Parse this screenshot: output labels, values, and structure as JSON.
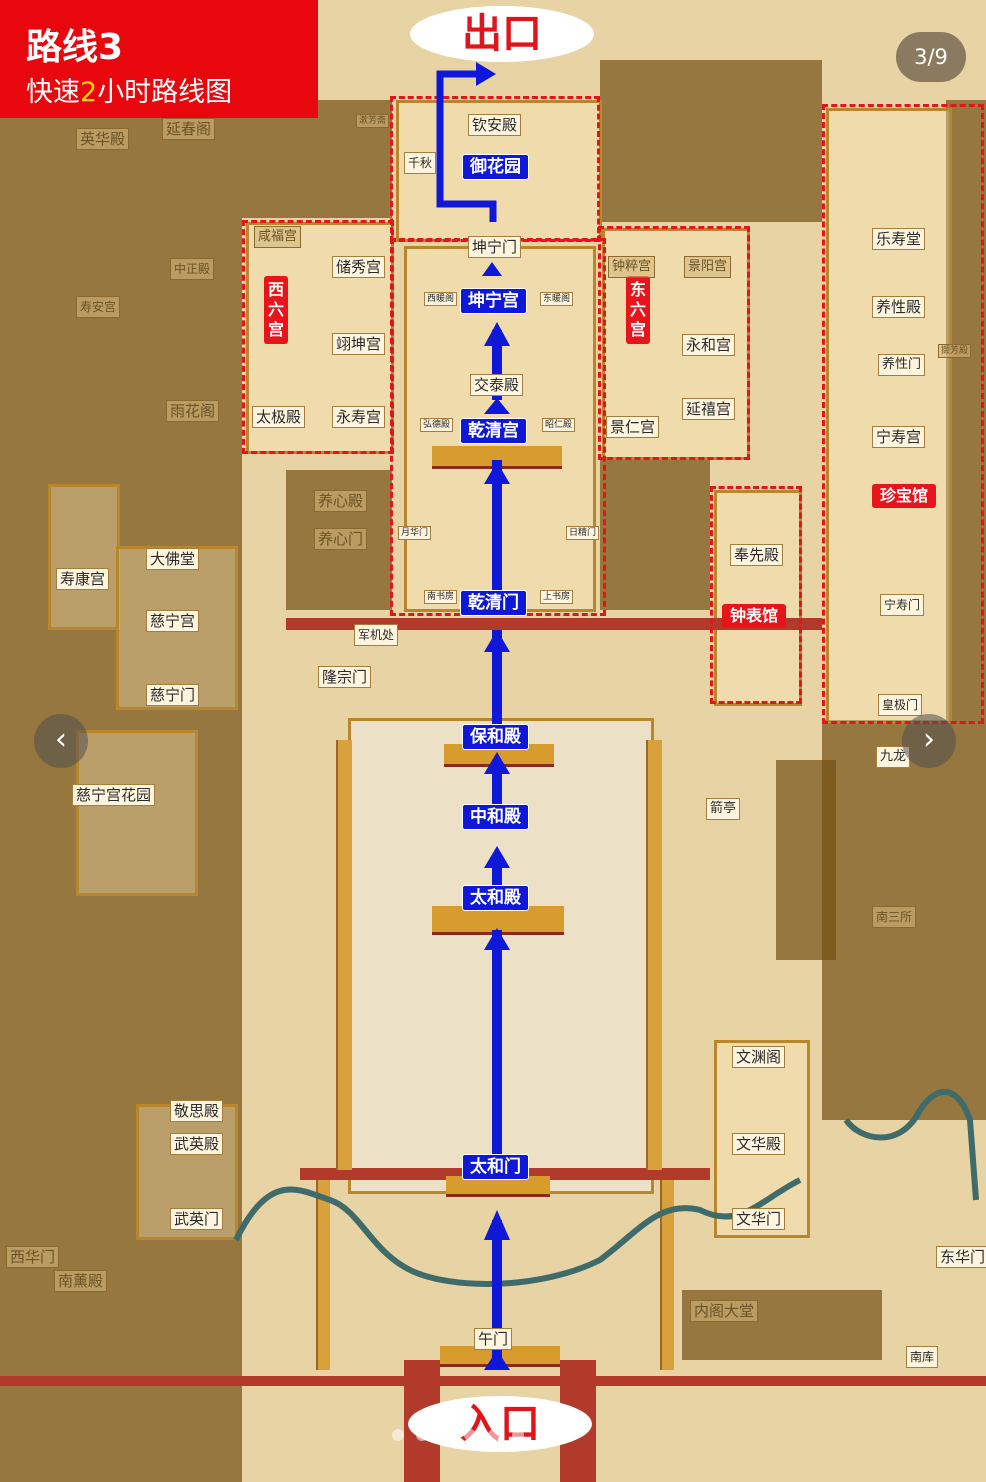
{
  "title": {
    "main": "路线3",
    "sub_prefix": "快速",
    "sub_highlight": "2",
    "sub_suffix": "小时路线图"
  },
  "exit_label": "出口",
  "entrance_label": "入口",
  "pager": {
    "counter": "3/9",
    "prev_icon": "chevron-left-icon",
    "next_icon": "chevron-right-icon",
    "dot_count": 6,
    "active_dot": 2
  },
  "route_color": "#0f17d8",
  "highlight_color": "#e8141b",
  "route_stops": [
    "午门",
    "太和门",
    "太和殿",
    "中和殿",
    "保和殿",
    "乾清门",
    "乾清宫",
    "交泰殿",
    "坤宁宫",
    "坤宁门",
    "御花园",
    "钦安殿"
  ],
  "red_tags": {
    "west_six": "西六宫",
    "east_six": "东六宫",
    "treasure": "珍宝馆",
    "clock": "钟表馆"
  },
  "labels": {
    "chuxiu": "储秀宫",
    "yikun": "翊坤宫",
    "taiji": "太极殿",
    "yongshou": "永寿宫",
    "xianfu": "咸福宫",
    "yonghe": "永和宫",
    "yanxi": "延禧宫",
    "jingren": "景仁宫",
    "zhongcui": "钟粹宫",
    "jingyang": "景阳宫",
    "leshou": "乐寿堂",
    "yangxing": "养性殿",
    "yangxingmen": "养性门",
    "ningshou": "宁寿宫",
    "ningshoumen": "宁寿门",
    "huangji": "皇极门",
    "fengxian": "奉先殿",
    "shoukang": "寿康宫",
    "dafo": "大佛堂",
    "cining": "慈宁宫",
    "ciningmen": "慈宁门",
    "longzong": "隆宗门",
    "cininghuayuan": "慈宁宫花园",
    "jingsi": "敬思殿",
    "wuying": "武英殿",
    "wuyingmen": "武英门",
    "wenyuan": "文渊阁",
    "wenhua": "文华殿",
    "wenhuamen": "文华门",
    "donghua": "东华门",
    "xihua": "西华门",
    "junjichu": "军机处",
    "yangxin": "养心殿",
    "yangxinmen": "养心门",
    "yinghua": "英华殿",
    "yanchun": "延春阁",
    "yuhua": "雨花阁",
    "shouan": "寿安宫",
    "zhongzheng": "中正殿",
    "jianting": "箭亭",
    "jiulong": "九龙",
    "nansansuo": "南三所",
    "neigedatang": "内阁大堂",
    "nanku": "南库",
    "nanxun": "南薰殿",
    "qianqiu": "千秋",
    "kunningmen_side_w": "西暖阁",
    "kunningmen_side_e": "东暖阁",
    "yuehua": "月华门",
    "rijing": "日精门",
    "nanshufang": "南书房",
    "shangshufang": "上书房",
    "hongde": "弘德殿",
    "zhaoren": "昭仁殿",
    "yuanfang": "漱芳斋",
    "bianlv": "撷芳殿"
  }
}
